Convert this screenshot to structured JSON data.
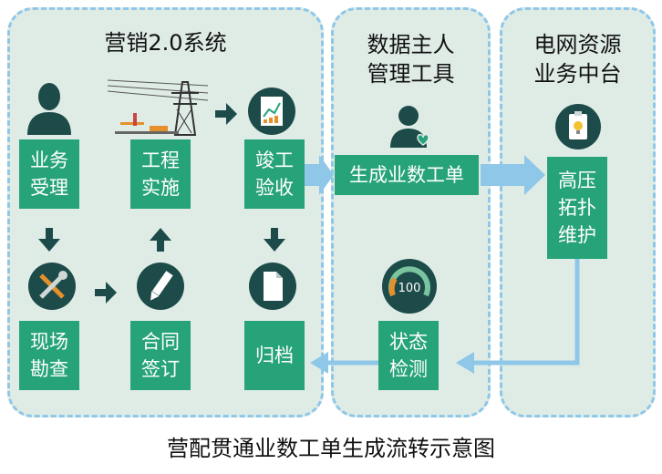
{
  "panels": {
    "marketing": {
      "title": "营销2.0系统"
    },
    "data_owner": {
      "title": "数据主人\n管理工具"
    },
    "grid_platform": {
      "title": "电网资源\n业务中台"
    }
  },
  "boxes": {
    "business_acceptance": "业务\n受理",
    "project_implementation": "工程\n实施",
    "completion_acceptance": "竣工\n验收",
    "site_survey": "现场\n勘查",
    "contract_signing": "合同\n签订",
    "archive": "归档",
    "generate_ticket": "生成业数工单",
    "status_detection": "状态\n检测",
    "hv_topology": "高压\n拓扑\n维护"
  },
  "gauge": {
    "value_label": "100"
  },
  "caption": "营配贯通业数工单生成流转示意图",
  "icons": {
    "business_acceptance": "person-silhouette-icon",
    "project_implementation": "power-tower-icon",
    "completion_acceptance": "chart-report-icon",
    "site_survey": "tools-icon",
    "contract_signing": "pencil-icon",
    "archive": "document-icon",
    "generate_ticket": "user-heart-icon",
    "status_detection": "gauge-icon",
    "hv_topology": "badge-bulb-icon"
  },
  "colors": {
    "box_green": "#27a37a",
    "panel_bg": "#dfece6",
    "panel_border": "#8ec7e8",
    "icon_dark": "#1d4b49",
    "arrow_blue": "#8ec7e8",
    "arrow_dark": "#1d4b49"
  }
}
